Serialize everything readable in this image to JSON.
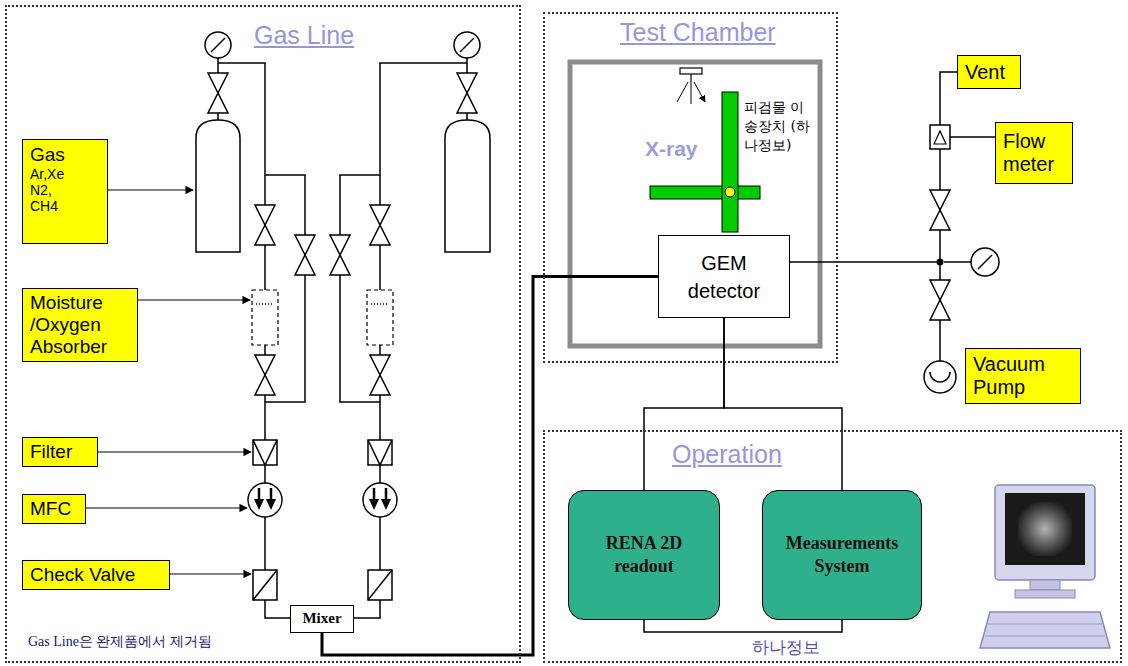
{
  "diagram": {
    "nodes": [
      {
        "text": [
          "Gas Line"
        ]
      },
      {
        "text": [
          "Gas",
          "Ar,Xe N2, CH4"
        ],
        "in": 0
      },
      {
        "text": [
          "Moisture /Oxygen Absorber"
        ],
        "in": 0
      },
      {
        "text": [
          "Filter"
        ],
        "in": 0
      },
      {
        "text": [
          "MFC"
        ],
        "in": 0
      },
      {
        "text": [
          "Check Valve"
        ],
        "in": 0
      },
      {
        "text": [
          "Mixer"
        ],
        "in": 0
      },
      {
        "text": [
          "Test Chamber"
        ]
      },
      {
        "text": [
          "GEM detector"
        ],
        "in": 7
      },
      {
        "text": [
          "Vent"
        ]
      },
      {
        "text": [
          "Flow meter"
        ]
      },
      {
        "text": [
          "Vacuum Pump"
        ]
      },
      {
        "text": [
          "Operation"
        ]
      },
      {
        "text": [
          "RENA 2D readout"
        ],
        "in": 12
      },
      {
        "text": [
          "Measurements System"
        ],
        "in": 12
      }
    ],
    "edges": [
      {
        "from": 6,
        "to": 8,
        "arrow": "none"
      },
      {
        "from": 8,
        "to": 13,
        "arrow": "none"
      },
      {
        "from": 8,
        "to": 14,
        "arrow": "none"
      },
      {
        "from": 13,
        "to": 14,
        "arrow": "none"
      }
    ],
    "labels": [
      "X-ray",
      "피검물 이송장치 (하나정보)",
      "Gas Line은 완제품에서 제거됨",
      "하나정보"
    ]
  }
}
